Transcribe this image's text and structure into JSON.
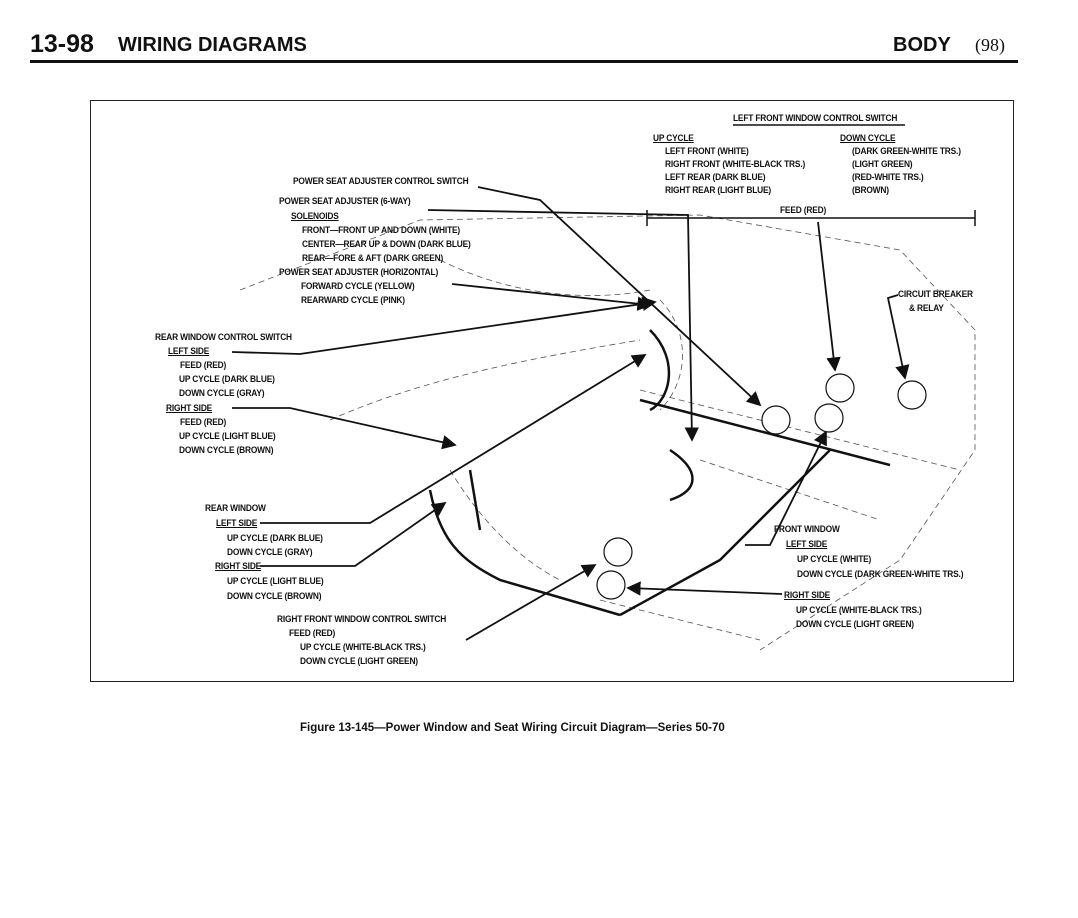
{
  "header": {
    "section": "13-98",
    "title": "WIRING DIAGRAMS",
    "chapter": "BODY",
    "page": "(98)"
  },
  "left_front_switch": {
    "title": "LEFT FRONT WINDOW CONTROL SWITCH",
    "up_heading": "UP CYCLE",
    "up": [
      "LEFT FRONT (WHITE)",
      "RIGHT FRONT (WHITE-BLACK TRS.)",
      "LEFT REAR (DARK BLUE)",
      "RIGHT REAR (LIGHT BLUE)"
    ],
    "down_heading": "DOWN CYCLE",
    "down": [
      "(DARK GREEN-WHITE TRS.)",
      "(LIGHT GREEN)",
      "(RED-WHITE TRS.)",
      "(BROWN)"
    ],
    "feed": "FEED (RED)"
  },
  "seat": {
    "control_switch": "POWER SEAT ADJUSTER CONTROL SWITCH",
    "six_way": "POWER SEAT ADJUSTER (6-WAY)",
    "solenoids": "SOLENOIDS",
    "solenoid_items": [
      "FRONT—FRONT UP AND DOWN (WHITE)",
      "CENTER—REAR UP & DOWN (DARK BLUE)",
      "REAR—FORE & AFT (DARK GREEN)"
    ],
    "horizontal": "POWER SEAT ADJUSTER (HORIZONTAL)",
    "horizontal_items": [
      "FORWARD CYCLE (YELLOW)",
      "REARWARD CYCLE (PINK)"
    ]
  },
  "rear_switch": {
    "title": "REAR WINDOW CONTROL SWITCH",
    "left": "LEFT SIDE",
    "left_items": [
      "FEED (RED)",
      "UP CYCLE (DARK BLUE)",
      "DOWN CYCLE (GRAY)"
    ],
    "right": "RIGHT SIDE",
    "right_items": [
      "FEED (RED)",
      "UP CYCLE (LIGHT BLUE)",
      "DOWN CYCLE (BROWN)"
    ]
  },
  "rear_window": {
    "title": "REAR WINDOW",
    "left": "LEFT SIDE",
    "left_items": [
      "UP CYCLE (DARK BLUE)",
      "DOWN CYCLE (GRAY)"
    ],
    "right": "RIGHT SIDE",
    "right_items": [
      "UP CYCLE (LIGHT BLUE)",
      "DOWN CYCLE (BROWN)"
    ]
  },
  "right_front_switch": {
    "title": "RIGHT FRONT WINDOW CONTROL SWITCH",
    "feed": "FEED (RED)",
    "items": [
      "UP CYCLE (WHITE-BLACK TRS.)",
      "DOWN CYCLE (LIGHT GREEN)"
    ]
  },
  "breaker": [
    "CIRCUIT BREAKER",
    "& RELAY"
  ],
  "front_window": {
    "title": "FRONT WINDOW",
    "left": "LEFT SIDE",
    "left_items": [
      "UP CYCLE (WHITE)",
      "DOWN CYCLE (DARK GREEN-WHITE TRS.)"
    ],
    "right": "RIGHT SIDE",
    "right_items": [
      "UP CYCLE (WHITE-BLACK TRS.)",
      "DOWN CYCLE (LIGHT GREEN)"
    ]
  },
  "caption": "Figure 13-145—Power Window and Seat Wiring Circuit Diagram—Series 50-70"
}
